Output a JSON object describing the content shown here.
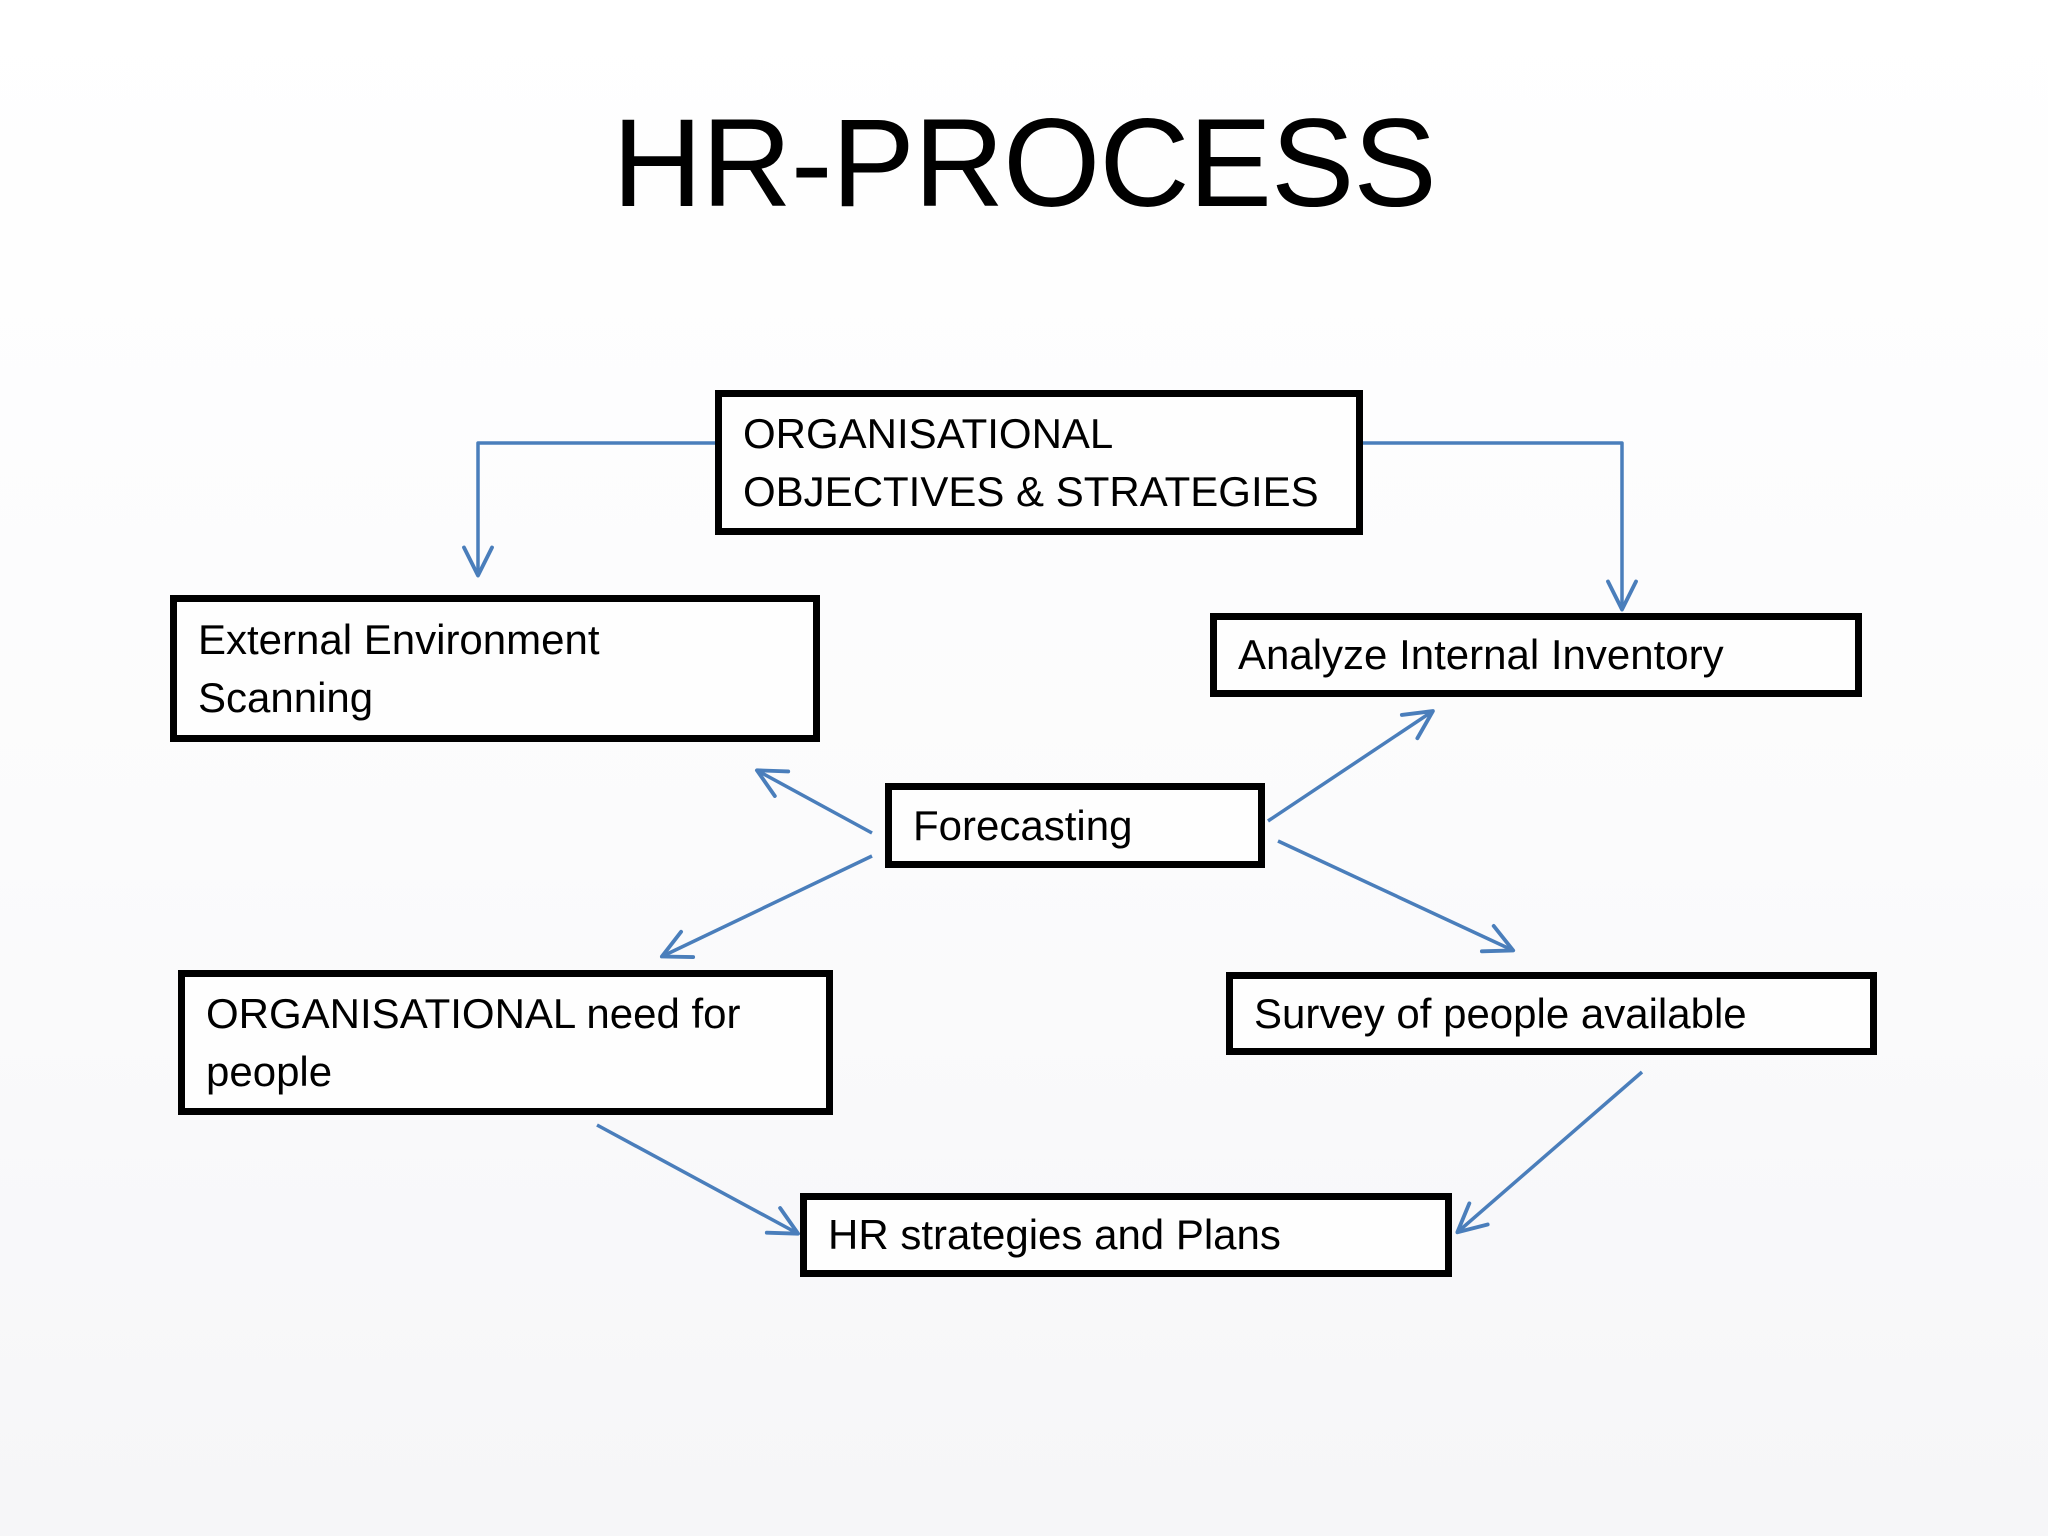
{
  "title": "HR-PROCESS",
  "colors": {
    "arrow": "#4a7ebb",
    "box_border": "#000000",
    "text": "#000000",
    "background": "#fbfbfc"
  },
  "boxes": {
    "objectives": {
      "label": "ORGANISATIONAL\nOBJECTIVES & STRATEGIES"
    },
    "external": {
      "label": "External Environment\nScanning"
    },
    "analyze": {
      "label": "Analyze Internal Inventory"
    },
    "forecasting": {
      "label": "Forecasting"
    },
    "need": {
      "label": "ORGANISATIONAL need for\npeople"
    },
    "survey": {
      "label": "Survey of people available"
    },
    "hr": {
      "label": "HR strategies and Plans"
    }
  },
  "edges": [
    {
      "from": "organisational-objectives-and-strategies",
      "to": "external-environment-scanning"
    },
    {
      "from": "organisational-objectives-and-strategies",
      "to": "analyze-internal-inventory"
    },
    {
      "from": "forecasting",
      "to": "external-environment-scanning"
    },
    {
      "from": "forecasting",
      "to": "analyze-internal-inventory"
    },
    {
      "from": "forecasting",
      "to": "organisational-need-for-people"
    },
    {
      "from": "forecasting",
      "to": "survey-of-people-available"
    },
    {
      "from": "organisational-need-for-people",
      "to": "hr-strategies-and-plans"
    },
    {
      "from": "survey-of-people-available",
      "to": "hr-strategies-and-plans"
    }
  ]
}
